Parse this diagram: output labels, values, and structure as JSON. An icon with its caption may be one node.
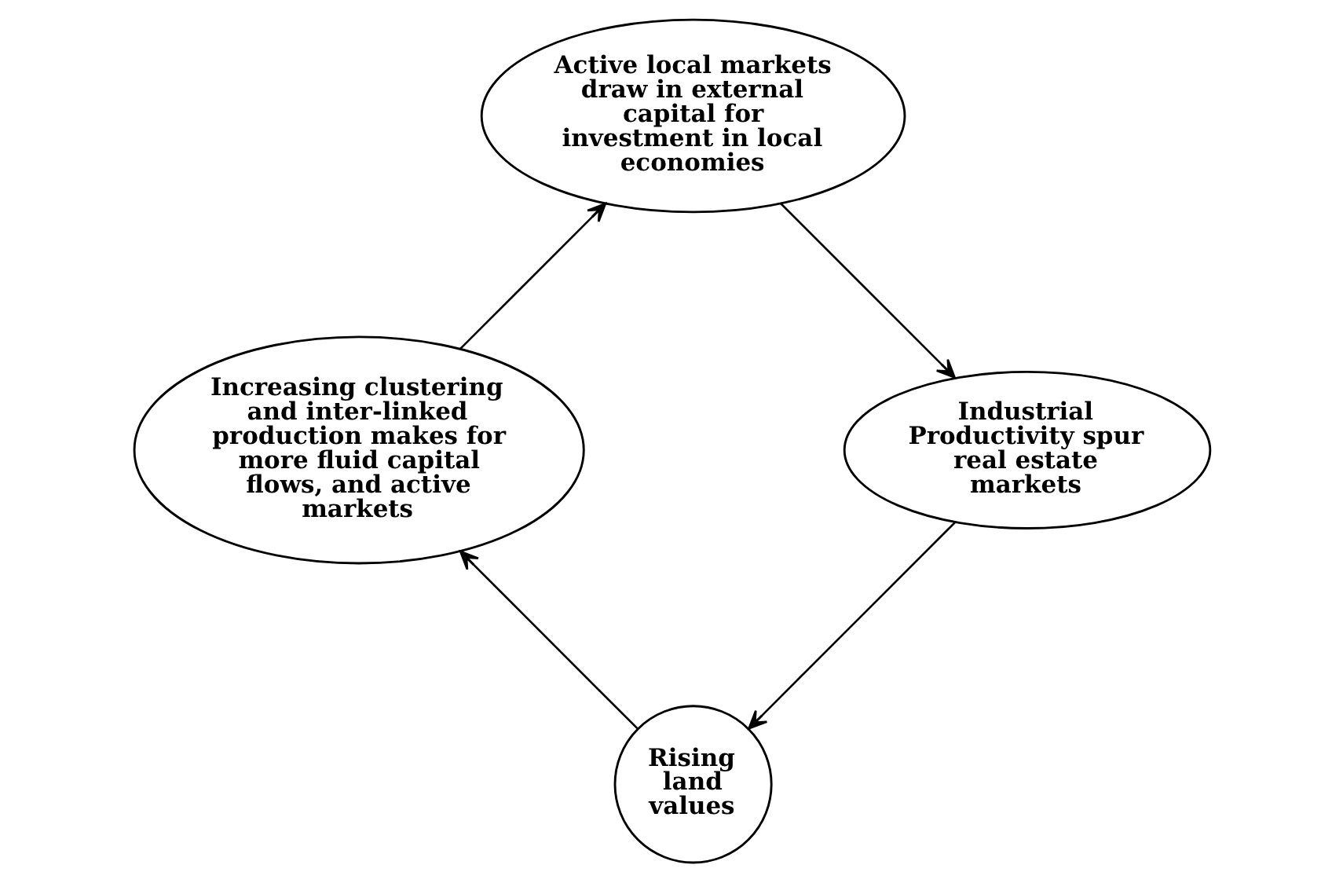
{
  "diagram": {
    "nodes": [
      {
        "text": [
          "Rising land values"
        ]
      },
      {
        "text": [
          "Increasing clustering and inter-linked production makes for more fluid capital flows, and active markets"
        ]
      },
      {
        "text": [
          "Active local markets draw in external capital for investment in local economies"
        ]
      },
      {
        "text": [
          "Industrial Productivity spur real estate markets"
        ]
      }
    ],
    "edges": [
      {
        "from": 0,
        "to": 1,
        "arrow": "to"
      },
      {
        "from": 1,
        "to": 2,
        "arrow": "to"
      },
      {
        "from": 2,
        "to": 3,
        "arrow": "to"
      },
      {
        "from": 3,
        "to": 0,
        "arrow": "to"
      }
    ]
  }
}
